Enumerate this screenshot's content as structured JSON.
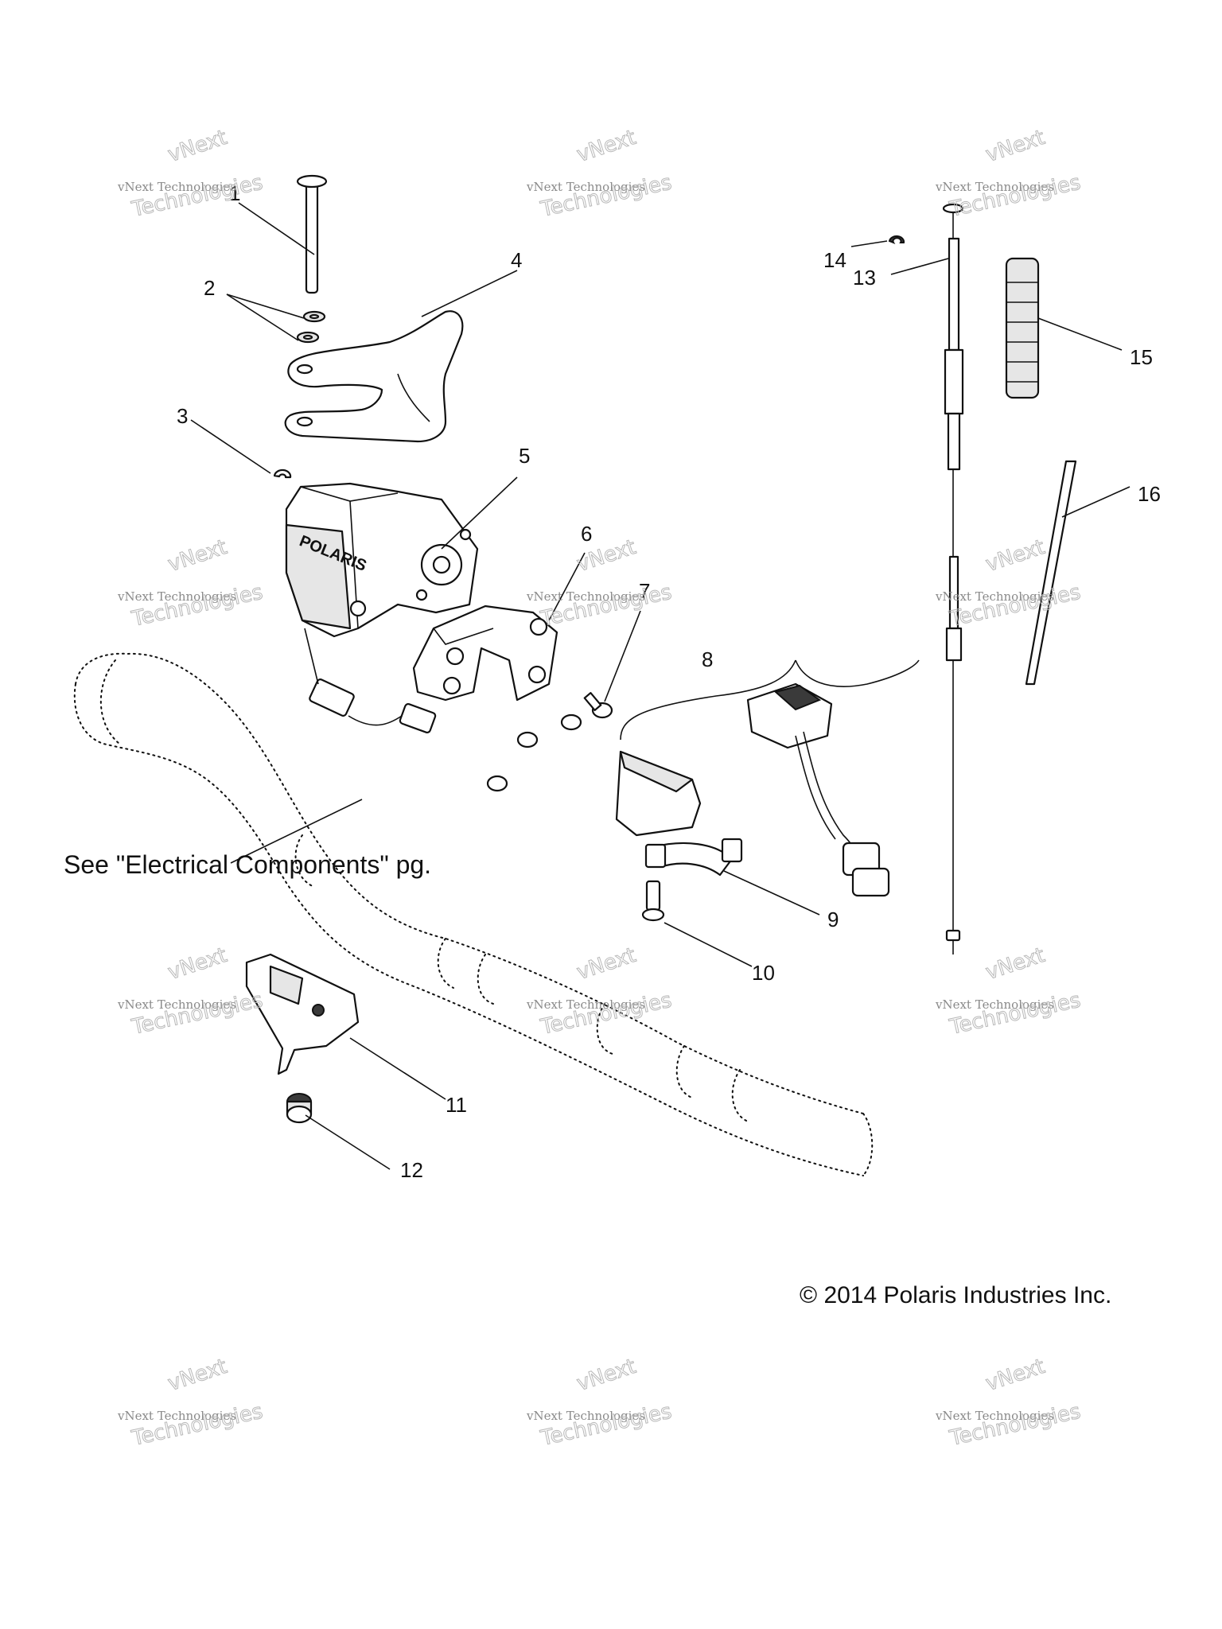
{
  "callouts": {
    "c1": "1",
    "c2": "2",
    "c3": "3",
    "c4": "4",
    "c5": "5",
    "c6": "6",
    "c7": "7",
    "c8": "8",
    "c9": "9",
    "c10": "10",
    "c11": "11",
    "c12": "12",
    "c13": "13",
    "c14": "14",
    "c15": "15",
    "c16": "16"
  },
  "note": "See \"Electrical Components\" pg.",
  "copyright": "© 2014 Polaris Industries Inc.",
  "brand_mark": "POLARIS",
  "watermark": {
    "line1": "vNext Technologies",
    "line2": "vNext",
    "line3": "Technologies"
  }
}
